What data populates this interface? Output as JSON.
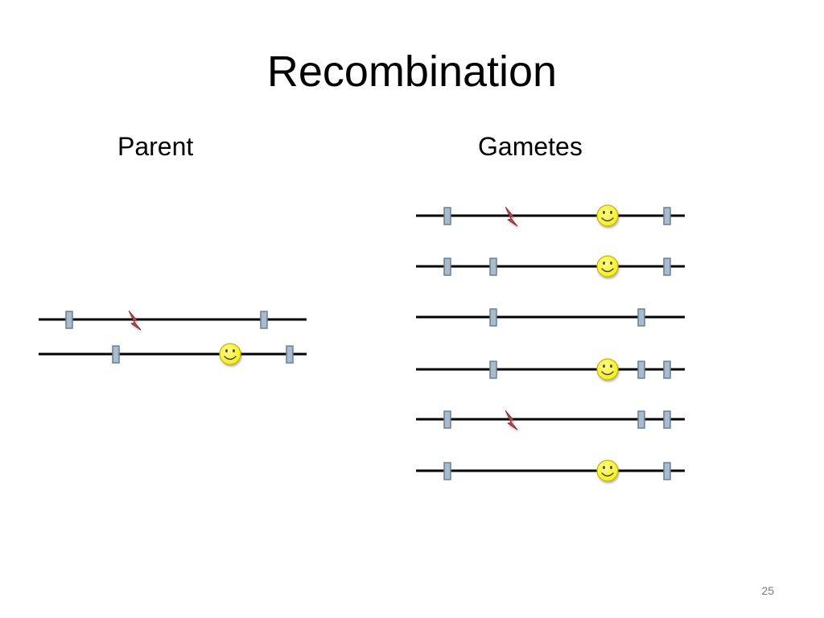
{
  "slide": {
    "title": "Recombination",
    "page_number": "25"
  },
  "columns": {
    "parent": "Parent",
    "gametes": "Gametes"
  },
  "colors": {
    "line": "#000000",
    "marker_fill": "#a9bccd",
    "marker_stroke": "#6b7f92",
    "smiley_fill": "#f2f01e",
    "smiley_stroke": "#c8b400",
    "bolt_fill": "#b24a55"
  },
  "icons": {
    "marker": "gene-marker-icon",
    "bolt": "lightning-bolt-icon",
    "smiley": "smiley-face-icon"
  },
  "legend_note": ""
}
